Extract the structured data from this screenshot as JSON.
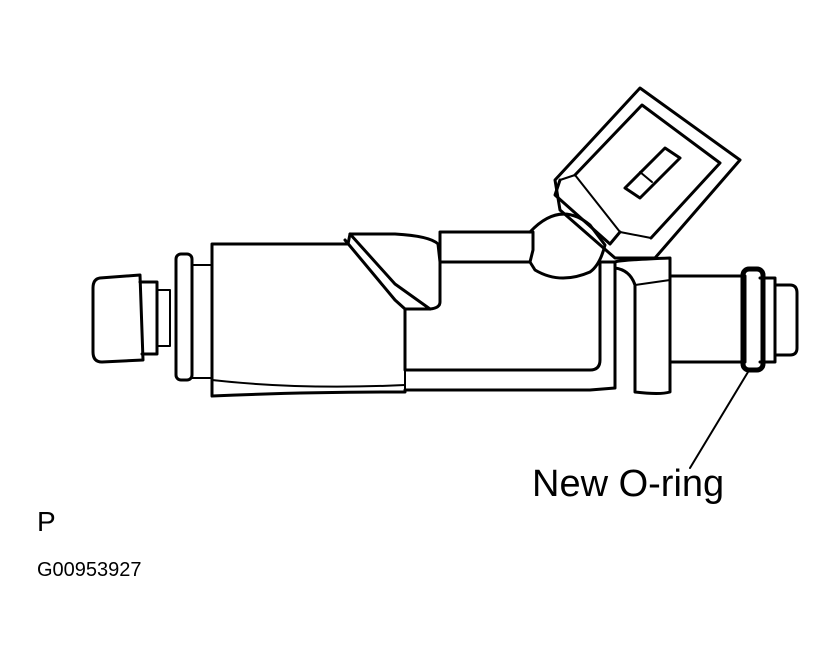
{
  "diagram": {
    "subject": "fuel-injector",
    "callout": {
      "label": "New O-ring"
    },
    "view_letter": "P",
    "figure_id": "G00953927",
    "colors": {
      "line": "#000000",
      "background": "#ffffff"
    }
  }
}
